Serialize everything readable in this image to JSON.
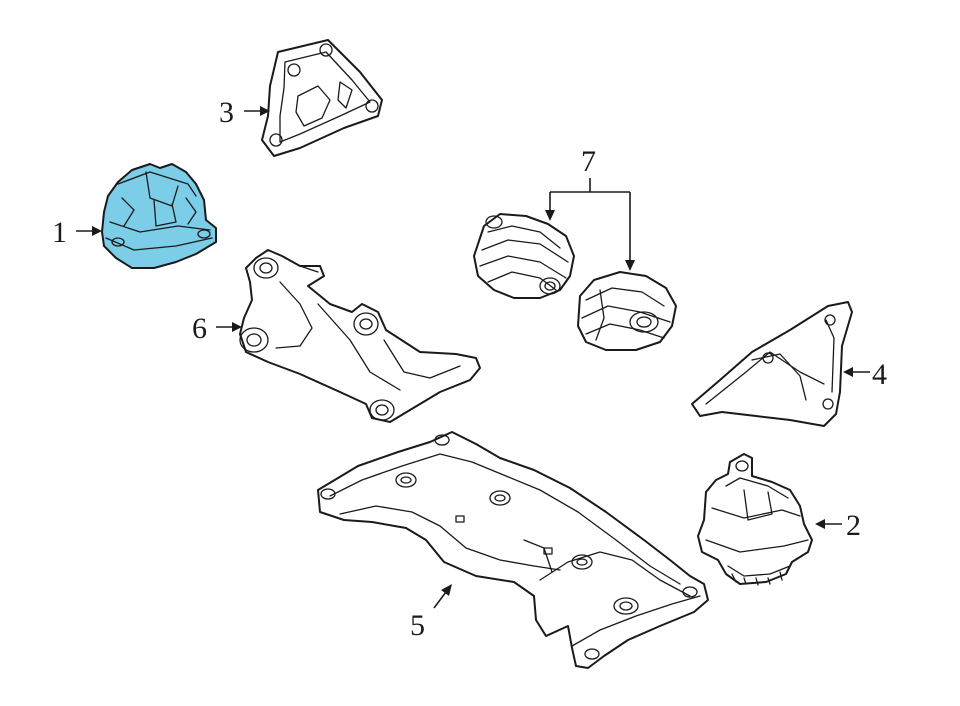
{
  "highlight_color": "#7ccde8",
  "callouts": {
    "c1": "1",
    "c2": "2",
    "c3": "3",
    "c4": "4",
    "c5": "5",
    "c6": "6",
    "c7": "7"
  }
}
